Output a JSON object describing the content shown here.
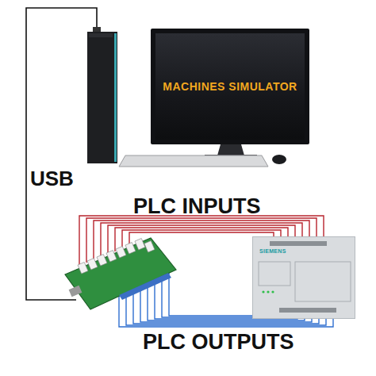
{
  "diagram": {
    "nodes": [
      {
        "text": [
          "MACHINES SIMULATOR"
        ]
      },
      {
        "text": [
          "SIEMENS"
        ]
      }
    ],
    "labels": [
      "USB",
      "PLC INPUTS",
      "PLC OUTPUTS"
    ]
  }
}
